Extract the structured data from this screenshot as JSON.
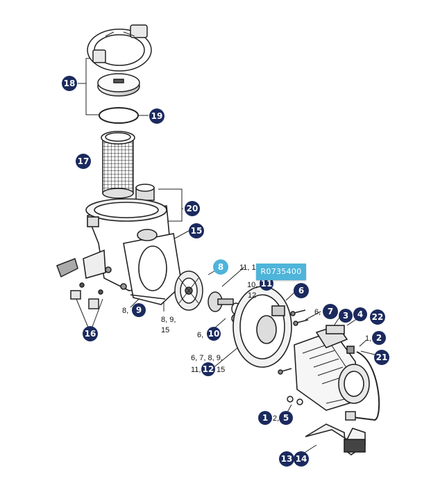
{
  "diagram": {
    "callouts": {
      "c1": "1",
      "c2": "2",
      "c3": "3",
      "c4": "4",
      "c5": "5",
      "c6": "6",
      "c7": "7",
      "c8": "8",
      "c9": "9",
      "c10": "10",
      "c11": "11",
      "c12": "12",
      "c13": "13",
      "c14": "14",
      "c15": "15",
      "c16": "16",
      "c17": "17",
      "c18": "18",
      "c19": "19",
      "c20": "20",
      "c21": "21",
      "c22": "22"
    },
    "labels": {
      "l_11_12": "11, 12",
      "l_10_11": "10,",
      "l_12": "12",
      "l_6_7": "6,",
      "l_1_2": "1,",
      "l_8_9": "8,",
      "l_8_9_15a": "8, 9,",
      "l_8_9_15b": "15",
      "l_6_10": "6,",
      "l_big_a": "6, 7, 8, 9,",
      "l_big_b": "11,",
      "l_big_c": "15",
      "l_2_5": "2,"
    },
    "tooltip": "R0735400",
    "highlight_color": "#4fb4d9",
    "callout_color": "#1b2a5e"
  }
}
